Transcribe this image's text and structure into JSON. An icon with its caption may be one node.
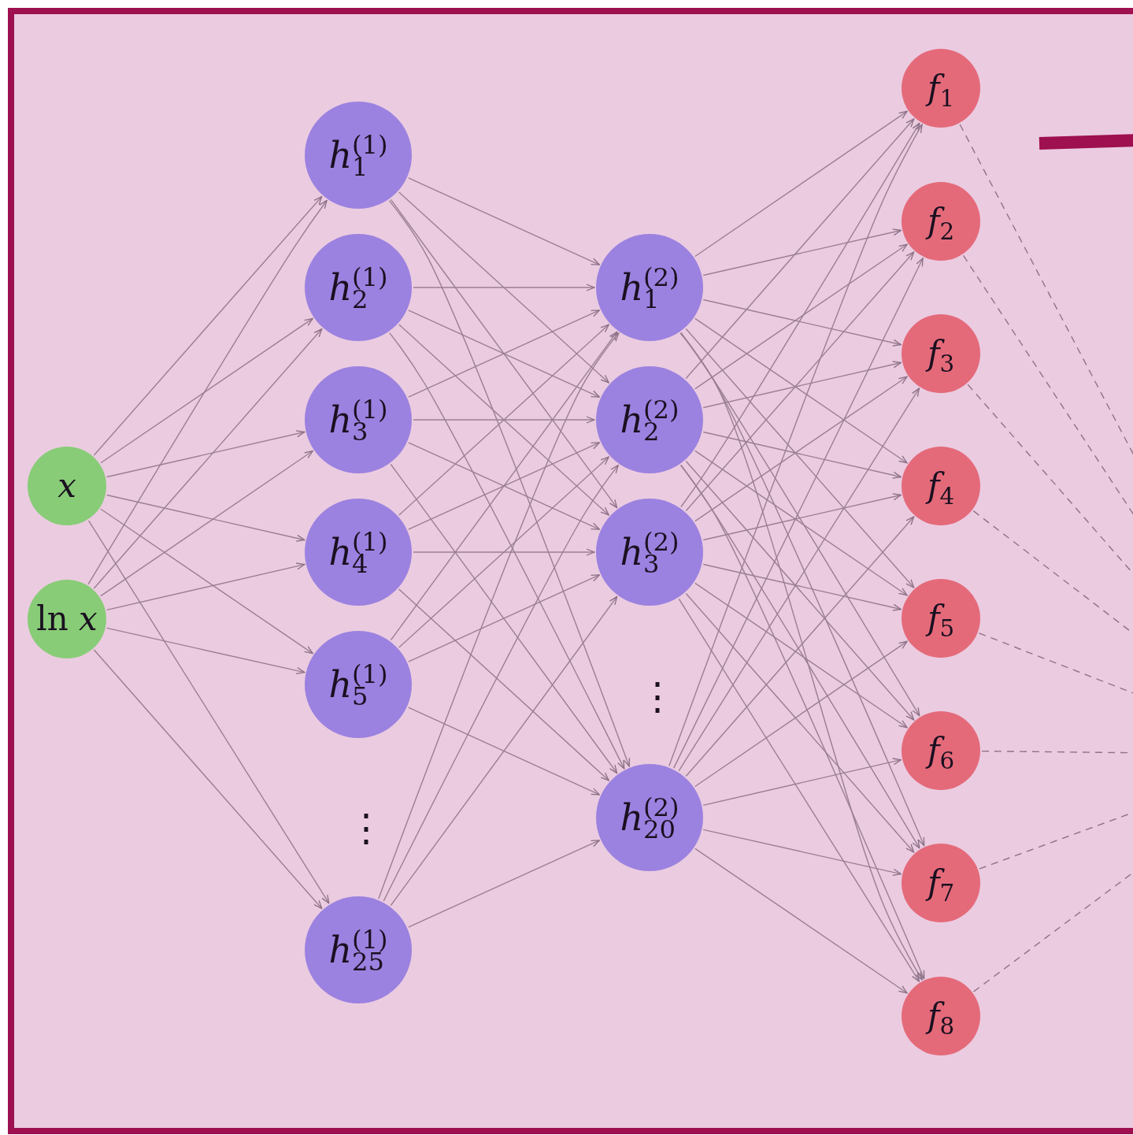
{
  "diagram": {
    "nodes": [
      {
        "text": [
          "*x*"
        ]
      },
      {
        "text": [
          "ln *x*"
        ]
      },
      {
        "text": [
          "*h*$_{1}$$^{(1)}$"
        ]
      },
      {
        "text": [
          "*h*$_{2}$$^{(1)}$"
        ]
      },
      {
        "text": [
          "*h*$_{3}$$^{(1)}$"
        ]
      },
      {
        "text": [
          "*h*$_{4}$$^{(1)}$"
        ]
      },
      {
        "text": [
          "*h*$_{5}$$^{(1)}$"
        ]
      },
      {
        "text": [
          "*h*$_{25}$$^{(1)}$"
        ]
      },
      {
        "text": [
          "*h*$_{1}$$^{(2)}$"
        ]
      },
      {
        "text": [
          "*h*$_{2}$$^{(2)}$"
        ]
      },
      {
        "text": [
          "*h*$_{3}$$^{(2)}$"
        ]
      },
      {
        "text": [
          "*h*$_{20}$$^{(2)}$"
        ]
      },
      {
        "text": [
          "*f*$_{1}$"
        ]
      },
      {
        "text": [
          "*f*$_{2}$"
        ]
      },
      {
        "text": [
          "*f*$_{3}$"
        ]
      },
      {
        "text": [
          "*f*$_{4}$"
        ]
      },
      {
        "text": [
          "*f*$_{5}$"
        ]
      },
      {
        "text": [
          "*f*$_{6}$"
        ]
      },
      {
        "text": [
          "*f*$_{7}$"
        ]
      },
      {
        "text": [
          "*f*$_{8}$"
        ]
      }
    ],
    "edges": [
      {
        "from": 0,
        "to": 2,
        "arrow": "to"
      },
      {
        "from": 0,
        "to": 3,
        "arrow": "to"
      },
      {
        "from": 0,
        "to": 4,
        "arrow": "to"
      },
      {
        "from": 0,
        "to": 5,
        "arrow": "to"
      },
      {
        "from": 0,
        "to": 6,
        "arrow": "to"
      },
      {
        "from": 0,
        "to": 7,
        "arrow": "to"
      },
      {
        "from": 1,
        "to": 2,
        "arrow": "to"
      },
      {
        "from": 1,
        "to": 3,
        "arrow": "to"
      },
      {
        "from": 1,
        "to": 4,
        "arrow": "to"
      },
      {
        "from": 1,
        "to": 5,
        "arrow": "to"
      },
      {
        "from": 1,
        "to": 6,
        "arrow": "to"
      },
      {
        "from": 1,
        "to": 7,
        "arrow": "to"
      },
      {
        "from": 2,
        "to": 8,
        "arrow": "to"
      },
      {
        "from": 2,
        "to": 9,
        "arrow": "to"
      },
      {
        "from": 2,
        "to": 10,
        "arrow": "to"
      },
      {
        "from": 2,
        "to": 11,
        "arrow": "to"
      },
      {
        "from": 3,
        "to": 8,
        "arrow": "to"
      },
      {
        "from": 3,
        "to": 9,
        "arrow": "to"
      },
      {
        "from": 3,
        "to": 10,
        "arrow": "to"
      },
      {
        "from": 3,
        "to": 11,
        "arrow": "to"
      },
      {
        "from": 4,
        "to": 8,
        "arrow": "to"
      },
      {
        "from": 4,
        "to": 9,
        "arrow": "to"
      },
      {
        "from": 4,
        "to": 10,
        "arrow": "to"
      },
      {
        "from": 4,
        "to": 11,
        "arrow": "to"
      },
      {
        "from": 5,
        "to": 8,
        "arrow": "to"
      },
      {
        "from": 5,
        "to": 9,
        "arrow": "to"
      },
      {
        "from": 5,
        "to": 10,
        "arrow": "to"
      },
      {
        "from": 5,
        "to": 11,
        "arrow": "to"
      },
      {
        "from": 6,
        "to": 8,
        "arrow": "to"
      },
      {
        "from": 6,
        "to": 9,
        "arrow": "to"
      },
      {
        "from": 6,
        "to": 10,
        "arrow": "to"
      },
      {
        "from": 6,
        "to": 11,
        "arrow": "to"
      },
      {
        "from": 7,
        "to": 8,
        "arrow": "to"
      },
      {
        "from": 7,
        "to": 9,
        "arrow": "to"
      },
      {
        "from": 7,
        "to": 10,
        "arrow": "to"
      },
      {
        "from": 7,
        "to": 11,
        "arrow": "to"
      },
      {
        "from": 8,
        "to": 12,
        "arrow": "to"
      },
      {
        "from": 8,
        "to": 13,
        "arrow": "to"
      },
      {
        "from": 8,
        "to": 14,
        "arrow": "to"
      },
      {
        "from": 8,
        "to": 15,
        "arrow": "to"
      },
      {
        "from": 8,
        "to": 16,
        "arrow": "to"
      },
      {
        "from": 8,
        "to": 17,
        "arrow": "to"
      },
      {
        "from": 8,
        "to": 18,
        "arrow": "to"
      },
      {
        "from": 8,
        "to": 19,
        "arrow": "to"
      },
      {
        "from": 9,
        "to": 12,
        "arrow": "to"
      },
      {
        "from": 9,
        "to": 13,
        "arrow": "to"
      },
      {
        "from": 9,
        "to": 14,
        "arrow": "to"
      },
      {
        "from": 9,
        "to": 15,
        "arrow": "to"
      },
      {
        "from": 9,
        "to": 16,
        "arrow": "to"
      },
      {
        "from": 9,
        "to": 17,
        "arrow": "to"
      },
      {
        "from": 9,
        "to": 18,
        "arrow": "to"
      },
      {
        "from": 9,
        "to": 19,
        "arrow": "to"
      },
      {
        "from": 10,
        "to": 12,
        "arrow": "to"
      },
      {
        "from": 10,
        "to": 13,
        "arrow": "to"
      },
      {
        "from": 10,
        "to": 14,
        "arrow": "to"
      },
      {
        "from": 10,
        "to": 15,
        "arrow": "to"
      },
      {
        "from": 10,
        "to": 16,
        "arrow": "to"
      },
      {
        "from": 10,
        "to": 17,
        "arrow": "to"
      },
      {
        "from": 10,
        "to": 18,
        "arrow": "to"
      },
      {
        "from": 10,
        "to": 19,
        "arrow": "to"
      },
      {
        "from": 11,
        "to": 12,
        "arrow": "to"
      },
      {
        "from": 11,
        "to": 13,
        "arrow": "to"
      },
      {
        "from": 11,
        "to": 14,
        "arrow": "to"
      },
      {
        "from": 11,
        "to": 15,
        "arrow": "to"
      },
      {
        "from": 11,
        "to": 16,
        "arrow": "to"
      },
      {
        "from": 11,
        "to": 17,
        "arrow": "to"
      },
      {
        "from": 11,
        "to": 18,
        "arrow": "to"
      },
      {
        "from": 11,
        "to": 19,
        "arrow": "to"
      },
      {
        "from": 12,
        "to": null,
        "arrow": "none",
        "style": "dashed"
      },
      {
        "from": 13,
        "to": null,
        "arrow": "none",
        "style": "dashed"
      },
      {
        "from": 14,
        "to": null,
        "arrow": "none",
        "style": "dashed"
      },
      {
        "from": 15,
        "to": null,
        "arrow": "none",
        "style": "dashed"
      },
      {
        "from": 16,
        "to": null,
        "arrow": "none",
        "style": "dashed"
      },
      {
        "from": 17,
        "to": null,
        "arrow": "none",
        "style": "dashed"
      },
      {
        "from": 18,
        "to": null,
        "arrow": "none",
        "style": "dashed"
      },
      {
        "from": 19,
        "to": null,
        "arrow": "none",
        "style": "dashed"
      }
    ],
    "labels": [
      "⋮",
      "⋮"
    ]
  }
}
